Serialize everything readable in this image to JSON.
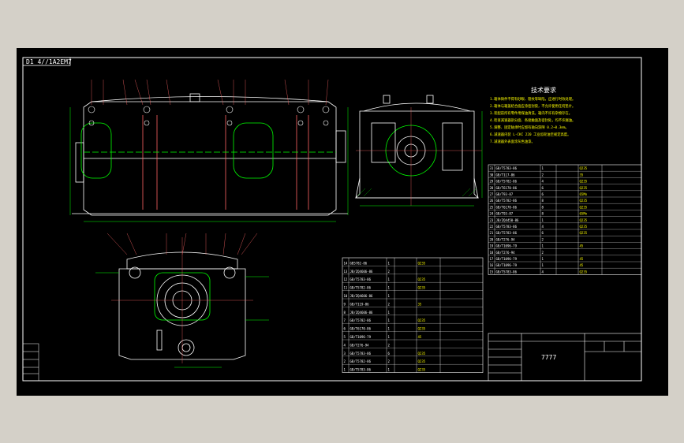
{
  "drawing": {
    "name_plate": "D1 4//1A2EM7",
    "tech_req_title": "技术要求",
    "tech_req_lines": [
      "1.箱体铸件不得有砂眼、裂纹等缺陷，应进行时效处理。",
      "2.箱体与箱盖结合面应涂密封胶，不允许使用任何垫片。",
      "3.装配前所有零件用煤油清洗，箱内不许有杂物存在。",
      "4.检查减速器剖分面、各接触面及密封处，均不许漏油。",
      "5.调整、固定轴承时应留有轴向游隙 0.2~0.3mm。",
      "6.减速器内装 L-CKC 220 工业齿轮油至规定高度。",
      "7.减速器外表面涂灰色油漆。"
    ],
    "bom_title_block": "7777",
    "bom_right": [
      [
        "31",
        "GB/T5783-86",
        "1",
        "",
        "Q235",
        ""
      ],
      [
        "30",
        "GB/T117-86",
        "2",
        "",
        "35",
        ""
      ],
      [
        "29",
        "GB/T5782-86",
        "4",
        "",
        "Q235",
        ""
      ],
      [
        "28",
        "GB/T6170-86",
        "6",
        "",
        "Q235",
        ""
      ],
      [
        "27",
        "GB/T93-87",
        "6",
        "",
        "65Mn",
        ""
      ],
      [
        "26",
        "GB/T5782-86",
        "8",
        "",
        "Q235",
        ""
      ],
      [
        "25",
        "GB/T6170-86",
        "8",
        "",
        "Q235",
        ""
      ],
      [
        "24",
        "GB/T93-87",
        "8",
        "",
        "65Mn",
        ""
      ],
      [
        "23",
        "JB/ZQ4450-86",
        "1",
        "",
        "Q235",
        ""
      ],
      [
        "22",
        "GB/T5783-86",
        "4",
        "",
        "Q235",
        ""
      ],
      [
        "21",
        "GB/T5783-86",
        "6",
        "",
        "Q235",
        ""
      ],
      [
        "20",
        "GB/T276-94",
        "2",
        "",
        "",
        ""
      ],
      [
        "19",
        "GB/T1096-79",
        "1",
        "",
        "45",
        ""
      ],
      [
        "18",
        "GB/T276-94",
        "2",
        "",
        "",
        ""
      ],
      [
        "17",
        "GB/T1096-79",
        "1",
        "",
        "45",
        ""
      ],
      [
        "16",
        "GB/T1096-79",
        "1",
        "",
        "45",
        ""
      ],
      [
        "15",
        "GB/T5783-86",
        "4",
        "",
        "Q235",
        ""
      ]
    ],
    "bom_left": [
      [
        "14",
        "GB5782-86",
        "1",
        "",
        "Q235",
        ""
      ],
      [
        "13",
        "JB/ZQ4606-86",
        "2",
        "",
        "",
        ""
      ],
      [
        "12",
        "GB/T5783-86",
        "1",
        "",
        "Q235",
        ""
      ],
      [
        "11",
        "GB/T5782-86",
        "1",
        "",
        "Q235",
        ""
      ],
      [
        "10",
        "JB/ZQ4606-86",
        "1",
        "",
        "",
        ""
      ],
      [
        "9",
        "GB/T119-86",
        "2",
        "",
        "35",
        ""
      ],
      [
        "8",
        "JB/ZQ4606-86",
        "1",
        "",
        "",
        ""
      ],
      [
        "7",
        "GB/T5782-86",
        "1",
        "",
        "Q235",
        ""
      ],
      [
        "6",
        "GB/T6170-86",
        "1",
        "",
        "Q235",
        ""
      ],
      [
        "5",
        "GB/T1096-79",
        "1",
        "",
        "45",
        ""
      ],
      [
        "4",
        "GB/T276-94",
        "2",
        "",
        "",
        ""
      ],
      [
        "3",
        "GB/T5783-86",
        "6",
        "",
        "Q235",
        ""
      ],
      [
        "2",
        "GB/T5782-86",
        "2",
        "",
        "Q235",
        ""
      ],
      [
        "1",
        "GB/T5783-86",
        "1",
        "",
        "Q235",
        ""
      ]
    ],
    "colors": {
      "background": "#000000",
      "frame": "#ffffff",
      "outline": "#ffffff",
      "centerline": "#ff0000",
      "dimension": "#00ff00",
      "hatch": "#00ff00",
      "text": "#ffff00",
      "label": "#ff4040"
    }
  }
}
